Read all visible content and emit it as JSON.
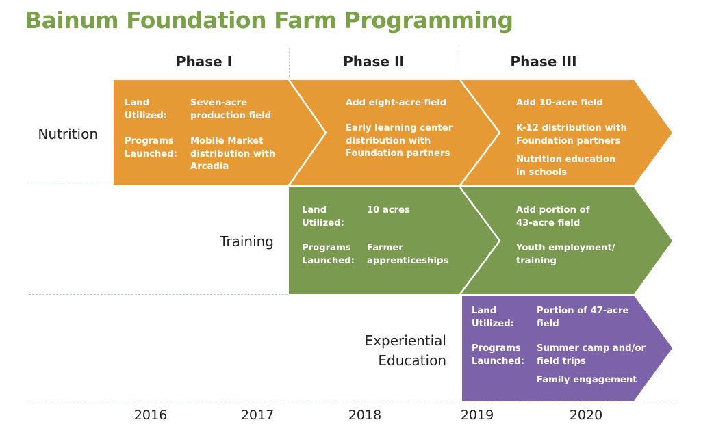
{
  "title": "Bainum Foundation Farm Programming",
  "colors": {
    "title": "#7ba04a",
    "nutrition": "#e59a35",
    "training": "#7a9b4f",
    "experiential": "#7c63a9",
    "divider": "#b8cce6"
  },
  "phases": [
    "Phase I",
    "Phase II",
    "Phase III"
  ],
  "categories": {
    "nutrition": "Nutrition",
    "training": "Training",
    "experiential_line1": "Experiential",
    "experiential_line2": "Education"
  },
  "labels": {
    "land_line1": "Land",
    "land_line2": "Utilized:",
    "programs_line1": "Programs",
    "programs_line2": "Launched:"
  },
  "nutrition": {
    "phase1": {
      "land": [
        "Seven-acre",
        "production field"
      ],
      "programs": [
        "Mobile Market",
        "distribution with",
        "Arcadia"
      ]
    },
    "phase2": {
      "item1": "Add eight-acre field",
      "item2": [
        "Early learning center",
        "distribution with",
        "Foundation partners"
      ]
    },
    "phase3": {
      "item1": "Add 10-acre field",
      "item2": [
        "K-12 distribution with",
        "Foundation partners"
      ],
      "item3": [
        "Nutrition education",
        "in schools"
      ]
    }
  },
  "training": {
    "phase2": {
      "land": "10 acres",
      "programs": [
        "Farmer",
        "apprenticeships"
      ]
    },
    "phase3": {
      "item1": [
        "Add portion of",
        "43-acre field"
      ],
      "item2": [
        "Youth employment/",
        "training"
      ]
    }
  },
  "experiential": {
    "phase3": {
      "land": [
        "Portion of 47-acre",
        "field"
      ],
      "programs": [
        "Summer camp and/or",
        "field trips"
      ],
      "item3": "Family engagement"
    }
  },
  "years": [
    "2016",
    "2017",
    "2018",
    "2019",
    "2020"
  ]
}
